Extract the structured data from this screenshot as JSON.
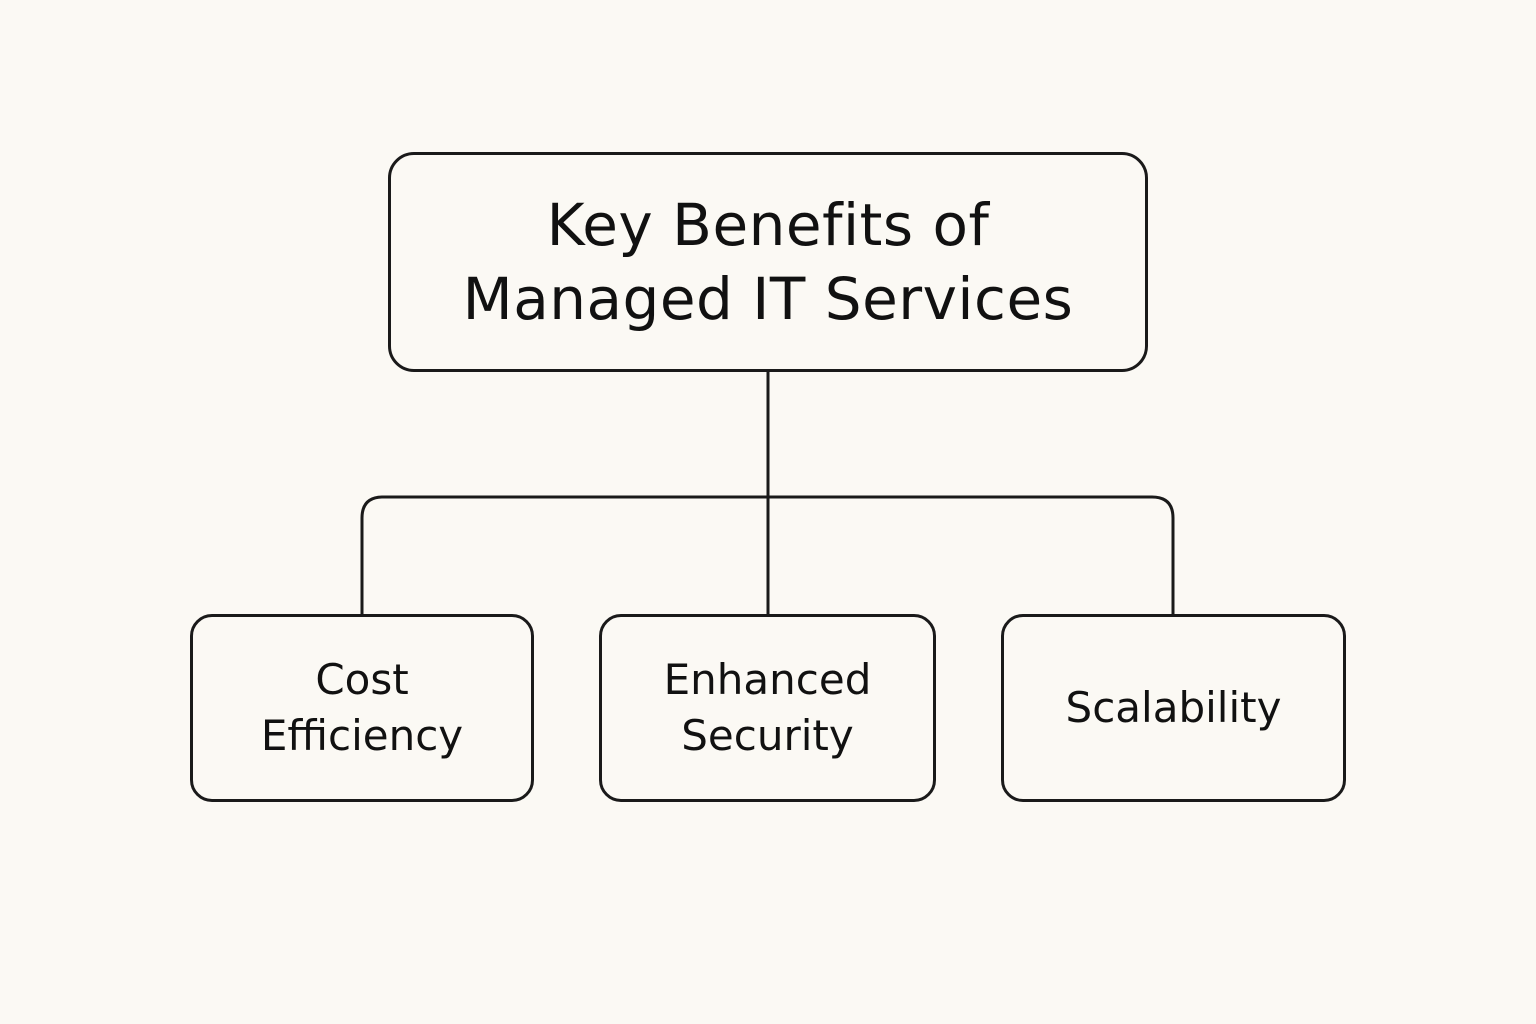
{
  "diagram": {
    "type": "hierarchy",
    "root": {
      "label": "Key Benefits of\nManaged IT Services"
    },
    "children": [
      {
        "label": "Cost\nEfficiency"
      },
      {
        "label": "Enhanced\nSecurity"
      },
      {
        "label": "Scalability"
      }
    ],
    "colors": {
      "background": "#fbf9f4",
      "stroke": "#1a1a1a",
      "text": "#111111"
    }
  }
}
